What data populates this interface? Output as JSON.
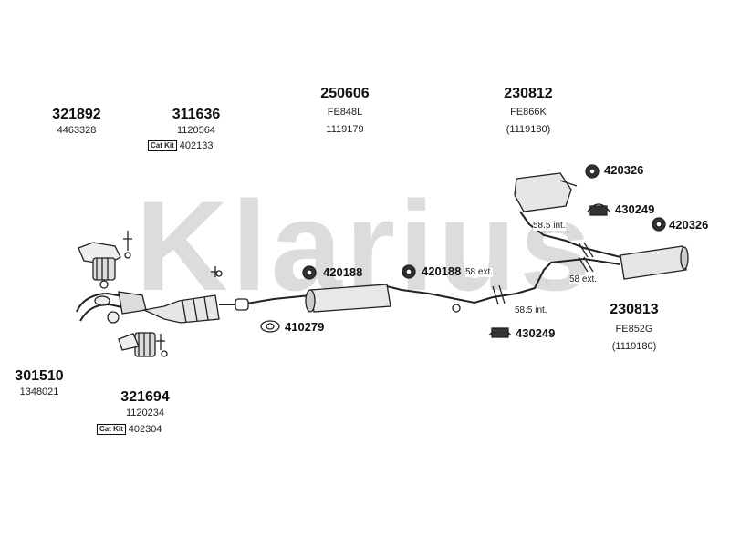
{
  "watermark": {
    "text": "Klarius",
    "color": "#d9d9d9"
  },
  "parts": {
    "p321892": {
      "number": "321892",
      "ref": "4463328"
    },
    "p311636": {
      "number": "311636",
      "ref": "1120564",
      "cat_badge": "Cat Kit",
      "cat_ref": "402133"
    },
    "p250606": {
      "number": "250606",
      "code": "FE848L",
      "ref": "1119179"
    },
    "p230812": {
      "number": "230812",
      "code": "FE866K",
      "ref": "(1119180)"
    },
    "p230813": {
      "number": "230813",
      "code": "FE852G",
      "ref": "(1119180)"
    },
    "p301510": {
      "number": "301510",
      "ref": "1348021"
    },
    "p321694": {
      "number": "321694",
      "ref": "1120234",
      "cat_badge": "Cat Kit",
      "cat_ref": "402304"
    }
  },
  "fittings": {
    "f420326a": "420326",
    "f430249a": "430249",
    "f420326b": "420326",
    "f420188a": "420188",
    "f420188b": "420188",
    "f410279": "410279",
    "f430249b": "430249"
  },
  "annotations": {
    "a58_5_top": "58.5 int.",
    "a58_ext_top": "58 ext.",
    "a58_ext_mid": "58 ext.",
    "a58_5_mid": "58.5 int."
  },
  "icons": {
    "mount": "rubber-mount-icon",
    "hanger": "hanger-icon",
    "gasket": "gasket-icon",
    "cat_kit": "cat-kit-badge"
  }
}
